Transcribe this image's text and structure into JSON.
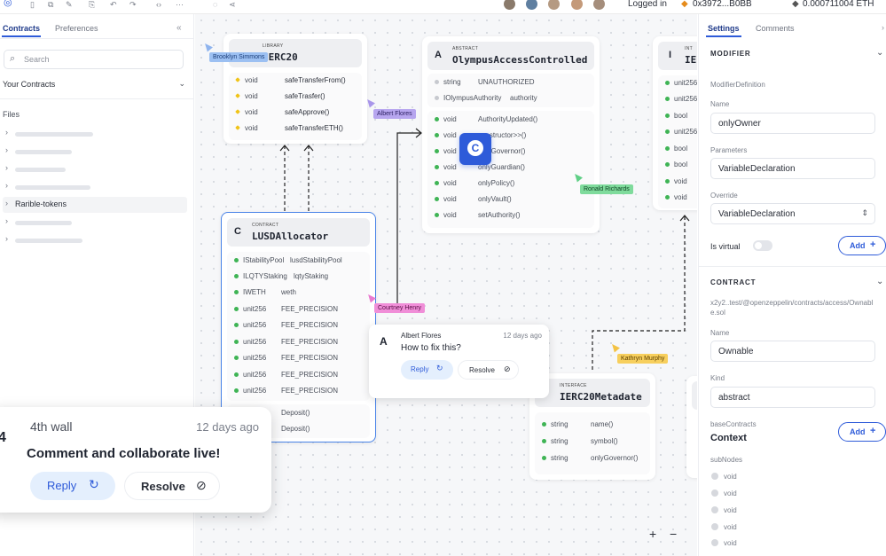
{
  "topbar": {
    "logged_in": "Logged in",
    "wallet": "0x3972...B0BB",
    "balance": "0.000711004 ETH"
  },
  "left": {
    "tabs": [
      "Contracts",
      "Preferences"
    ],
    "collapse_icon": "double-chevron-left-icon",
    "search_placeholder": "Search",
    "your_contracts": "Your Contracts",
    "files_label": "Files",
    "files_highlight": "Rarible-tokens"
  },
  "canvas": {
    "ierc20": {
      "kind": "LIBRARY",
      "title": "IERC20",
      "rows": [
        {
          "type": "void",
          "name": "safeTransferFrom()"
        },
        {
          "type": "void",
          "name": "safeTrasfer()"
        },
        {
          "type": "void",
          "name": "safeApprove()"
        },
        {
          "type": "void",
          "name": "safeTransferETH()"
        }
      ]
    },
    "olympus": {
      "badge": "A",
      "kind": "ABSTRACT",
      "title": "OlympusAccessControlled",
      "fields": [
        {
          "type": "string",
          "name": "UNAUTHORIZED"
        },
        {
          "type": "IOlympusAuthority",
          "name": "authority"
        }
      ],
      "methods": [
        {
          "type": "void",
          "name": "AuthorityUpdated()"
        },
        {
          "type": "void",
          "name": "constructor>>()"
        },
        {
          "type": "void",
          "name": "onlyGovernor()"
        },
        {
          "type": "void",
          "name": "onlyGuardian()"
        },
        {
          "type": "void",
          "name": "onlyPolicy()"
        },
        {
          "type": "void",
          "name": "onlyVault()"
        },
        {
          "type": "void",
          "name": "setAuthority()"
        }
      ],
      "overlay_badge": "C"
    },
    "ie_partial": {
      "badge": "I",
      "title": "IE",
      "kind": "INT",
      "types": [
        "unit256",
        "unit256",
        "bool",
        "unit256",
        "bool",
        "bool",
        "void",
        "void"
      ]
    },
    "lusd": {
      "badge": "C",
      "kind": "CONTRACT",
      "title": "LUSDAllocator",
      "fields": [
        {
          "type": "IStabilityPool",
          "name": "lusdStabilityPool"
        },
        {
          "type": "ILQTYStaking",
          "name": "lqtyStaking"
        },
        {
          "type": "IWETH",
          "name": "weth"
        },
        {
          "type": "unit256",
          "name": "FEE_PRECISION"
        },
        {
          "type": "unit256",
          "name": "FEE_PRECISION"
        },
        {
          "type": "unit256",
          "name": "FEE_PRECISION"
        },
        {
          "type": "unit256",
          "name": "FEE_PRECISION"
        },
        {
          "type": "unit256",
          "name": "FEE_PRECISION"
        },
        {
          "type": "unit256",
          "name": "FEE_PRECISION"
        }
      ],
      "methods": [
        {
          "type": "",
          "name": "Deposit()"
        },
        {
          "type": "",
          "name": "Deposit()"
        }
      ]
    },
    "metadata": {
      "badge": "I",
      "kind": "INTERFACE",
      "title": "IERC20Metadate",
      "rows": [
        {
          "type": "string",
          "name": "name()"
        },
        {
          "type": "string",
          "name": "symbol()"
        },
        {
          "type": "string",
          "name": "onlyGovernor()"
        }
      ]
    },
    "cursors": {
      "brooklyn": "Brooklyn Simmons",
      "albert": "Albert Flores",
      "ronald": "Ronald Richards",
      "courtney": "Courtney Henry",
      "kathryn": "Kathryn Murphy"
    },
    "comment_small": {
      "avatar": "A",
      "author": "Albert Flores",
      "time": "12 days ago",
      "text": "How to fix this?",
      "reply": "Reply",
      "resolve": "Resolve"
    },
    "zoom_in": "+",
    "zoom_out": "−"
  },
  "big_comment": {
    "avatar": "4",
    "author": "4th wall",
    "time": "12 days ago",
    "text": "Comment and collaborate live!",
    "reply": "Reply",
    "resolve": "Resolve"
  },
  "right": {
    "tabs": [
      "Settings",
      "Comments"
    ],
    "modifier": {
      "section": "MODIFIER",
      "definition": "ModifierDefinition",
      "name_label": "Name",
      "name_value": "onlyOwner",
      "params_label": "Parameters",
      "params_value": "VariableDeclaration",
      "override_label": "Override",
      "override_value": "VariableDeclaration",
      "virtual_label": "Is virtual",
      "add": "Add"
    },
    "contract": {
      "section": "CONTRACT",
      "path": "x2y2..test/@openzeppelin/contracts/access/Ownable.sol",
      "name_label": "Name",
      "name_value": "Ownable",
      "kind_label": "Kind",
      "kind_value": "abstract",
      "base_label": "baseContracts",
      "base_value": "Context",
      "add": "Add",
      "subnodes_label": "subNodes",
      "subnodes": [
        "void",
        "void",
        "void",
        "void",
        "void"
      ]
    }
  }
}
